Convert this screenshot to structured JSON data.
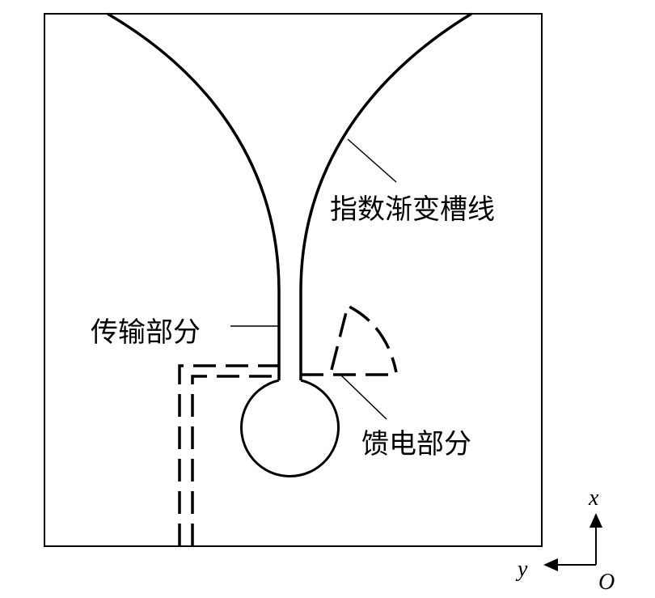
{
  "labels": {
    "exponential_slot": "指数渐变槽线",
    "transmission": "传输部分",
    "feed": "馈电部分"
  },
  "axes": {
    "x": "x",
    "y": "y",
    "origin": "O"
  },
  "colors": {
    "ink": "#000000",
    "background": "#ffffff"
  }
}
